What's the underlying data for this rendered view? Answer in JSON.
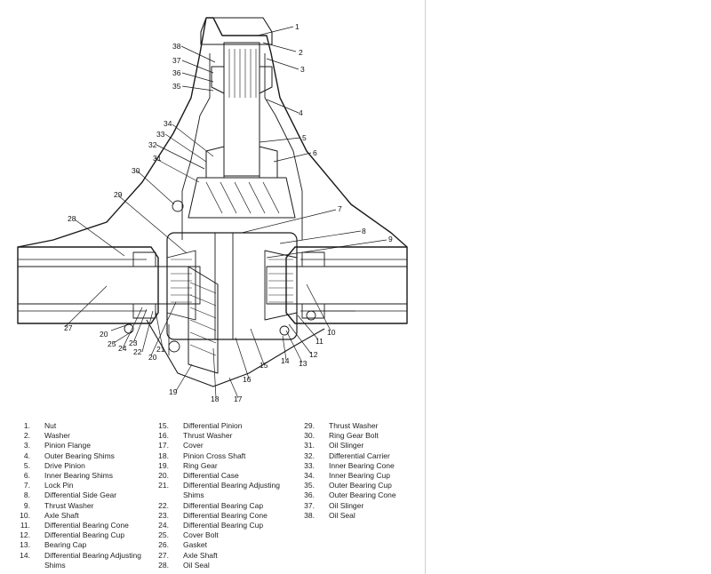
{
  "callouts": [
    {
      "n": "1"
    },
    {
      "n": "2"
    },
    {
      "n": "3"
    },
    {
      "n": "4"
    },
    {
      "n": "5"
    },
    {
      "n": "6"
    },
    {
      "n": "7"
    },
    {
      "n": "8"
    },
    {
      "n": "9"
    },
    {
      "n": "10"
    },
    {
      "n": "11"
    },
    {
      "n": "12"
    },
    {
      "n": "13"
    },
    {
      "n": "14"
    },
    {
      "n": "15"
    },
    {
      "n": "16"
    },
    {
      "n": "17"
    },
    {
      "n": "18"
    },
    {
      "n": "19"
    },
    {
      "n": "20"
    },
    {
      "n": "21"
    },
    {
      "n": "22"
    },
    {
      "n": "23"
    },
    {
      "n": "24"
    },
    {
      "n": "25"
    },
    {
      "n": "20"
    },
    {
      "n": "27"
    },
    {
      "n": "28"
    },
    {
      "n": "29"
    },
    {
      "n": "30"
    },
    {
      "n": "31"
    },
    {
      "n": "32"
    },
    {
      "n": "33"
    },
    {
      "n": "34"
    },
    {
      "n": "35"
    },
    {
      "n": "36"
    },
    {
      "n": "37"
    },
    {
      "n": "38"
    }
  ],
  "legend": {
    "col1": [
      {
        "num": "1.",
        "label": "Nut"
      },
      {
        "num": "2.",
        "label": "Washer"
      },
      {
        "num": "3.",
        "label": "Pinion Flange"
      },
      {
        "num": "4.",
        "label": "Outer Bearing Shims"
      },
      {
        "num": "5.",
        "label": "Drive Pinion"
      },
      {
        "num": "6.",
        "label": "Inner Bearing Shims"
      },
      {
        "num": "7.",
        "label": "Lock Pin"
      },
      {
        "num": "8.",
        "label": "Differential Side Gear"
      },
      {
        "num": "9.",
        "label": "Thrust Washer"
      },
      {
        "num": "10.",
        "label": "Axle Shaft"
      },
      {
        "num": "11.",
        "label": "Differential Bearing Cone"
      },
      {
        "num": "12.",
        "label": "Differential Bearing Cup"
      },
      {
        "num": "13.",
        "label": "Bearing Cap"
      },
      {
        "num": "14.",
        "label": "Differential Bearing Adjusting\nShims"
      }
    ],
    "col2": [
      {
        "num": "15.",
        "label": "Differential Pinion"
      },
      {
        "num": "16.",
        "label": "Thrust Washer"
      },
      {
        "num": "17.",
        "label": "Cover"
      },
      {
        "num": "18.",
        "label": "Pinion Cross Shaft"
      },
      {
        "num": "19.",
        "label": "Ring Gear"
      },
      {
        "num": "20.",
        "label": "Differential Case"
      },
      {
        "num": "21.",
        "label": "Differential Bearing Adjusting\nShims"
      },
      {
        "num": "22.",
        "label": "Differential Bearing Cap"
      },
      {
        "num": "23.",
        "label": "Differential Bearing Cone"
      },
      {
        "num": "24.",
        "label": "Differential Bearing Cup"
      },
      {
        "num": "25.",
        "label": "Cover Bolt"
      },
      {
        "num": "26.",
        "label": "Gasket"
      },
      {
        "num": "27.",
        "label": "Axle Shaft"
      },
      {
        "num": "28.",
        "label": "Oil Seal"
      }
    ],
    "col3": [
      {
        "num": "29.",
        "label": "Thrust Washer"
      },
      {
        "num": "30.",
        "label": "Ring Gear Bolt"
      },
      {
        "num": "31.",
        "label": "Oil Slinger"
      },
      {
        "num": "32.",
        "label": "Differential Carrier"
      },
      {
        "num": "33.",
        "label": "Inner Bearing Cone"
      },
      {
        "num": "34.",
        "label": "Inner Bearing Cup"
      },
      {
        "num": "35.",
        "label": "Outer Bearing Cup"
      },
      {
        "num": "36.",
        "label": "Outer Bearing Cone"
      },
      {
        "num": "37.",
        "label": "Oil Slinger"
      },
      {
        "num": "38.",
        "label": "Oil Seal"
      }
    ]
  }
}
